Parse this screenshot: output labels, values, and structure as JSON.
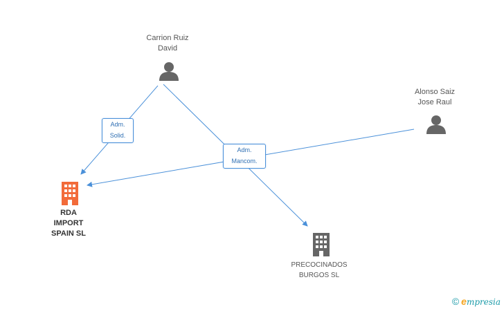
{
  "people": [
    {
      "id": "carrion",
      "name_lines": [
        "Carrion Ruiz",
        "David"
      ]
    },
    {
      "id": "alonso",
      "name_lines": [
        "Alonso Saiz",
        "Jose Raul"
      ]
    }
  ],
  "companies": [
    {
      "id": "rda",
      "name_lines": [
        "RDA",
        "IMPORT",
        "SPAIN SL"
      ],
      "color": "#f26b3a"
    },
    {
      "id": "precocinados",
      "name_lines": [
        "PRECOCINADOS",
        "BURGOS  SL"
      ],
      "color": "#666666"
    }
  ],
  "edge_labels": [
    {
      "id": "solid",
      "lines": [
        "Adm.",
        "Solid."
      ]
    },
    {
      "id": "mancom",
      "lines": [
        "Adm.",
        "Mancom."
      ]
    }
  ],
  "colors": {
    "edge": "#4a90d9",
    "person_icon": "#666666"
  },
  "brand": {
    "copyright": "©",
    "e_letter": "e",
    "rest": "mpresia"
  }
}
